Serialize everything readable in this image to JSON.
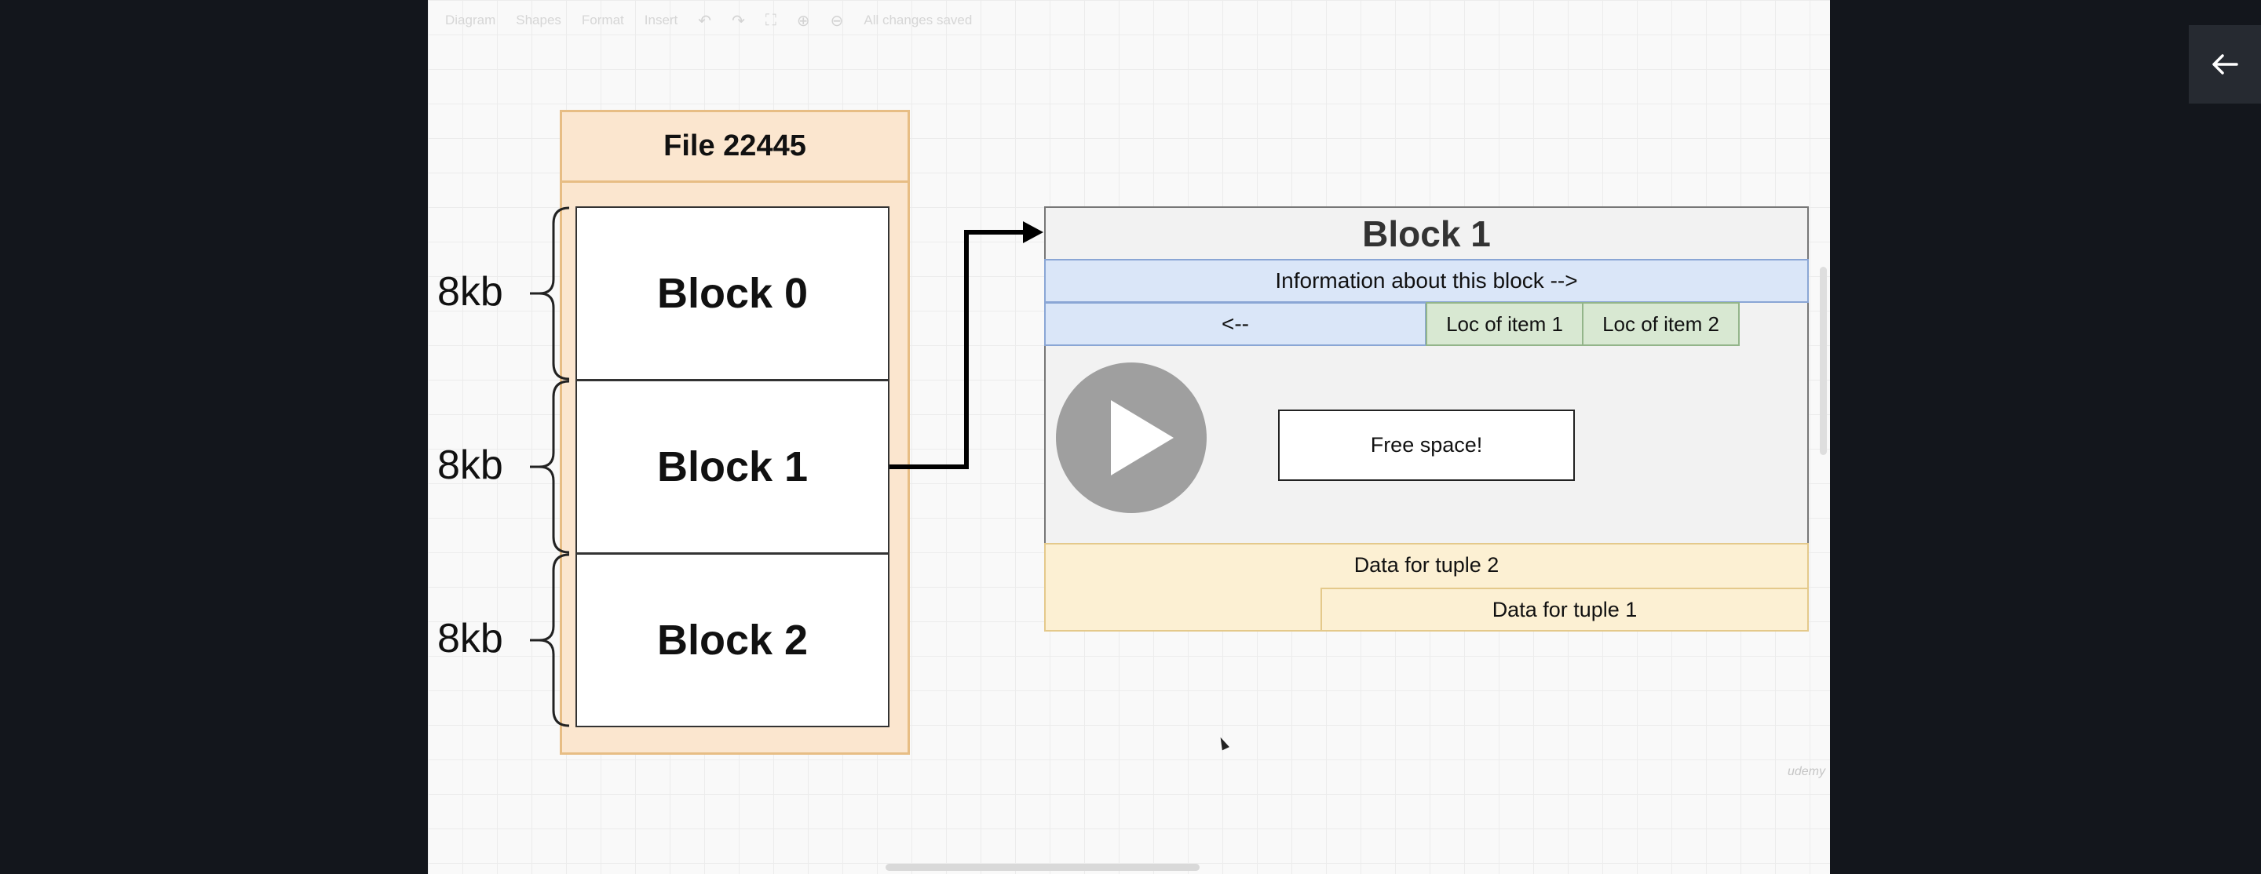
{
  "toolbar": {
    "diagram": "Diagram",
    "shapes": "Shapes",
    "format": "Format",
    "insert": "Insert",
    "status": "All changes saved"
  },
  "file": {
    "title": "File 22445",
    "blocks": [
      "Block 0",
      "Block 1",
      "Block 2"
    ],
    "size_labels": [
      "8kb",
      "8kb",
      "8kb"
    ]
  },
  "block_detail": {
    "title": "Block 1",
    "info": "Information about this block -->",
    "arrow": "<--",
    "loc1": "Loc of item 1",
    "loc2": "Loc of item 2",
    "free": "Free space!",
    "tuple2": "Data for tuple 2",
    "tuple1": "Data for tuple 1"
  },
  "colors": {
    "file_fill": "#fbe6cf",
    "info_fill": "#dae6f8",
    "loc_fill": "#d8e8d2",
    "tuple_fill": "#fcf0d3"
  },
  "icons": {
    "play": "play-icon",
    "back": "arrow-left-icon"
  }
}
